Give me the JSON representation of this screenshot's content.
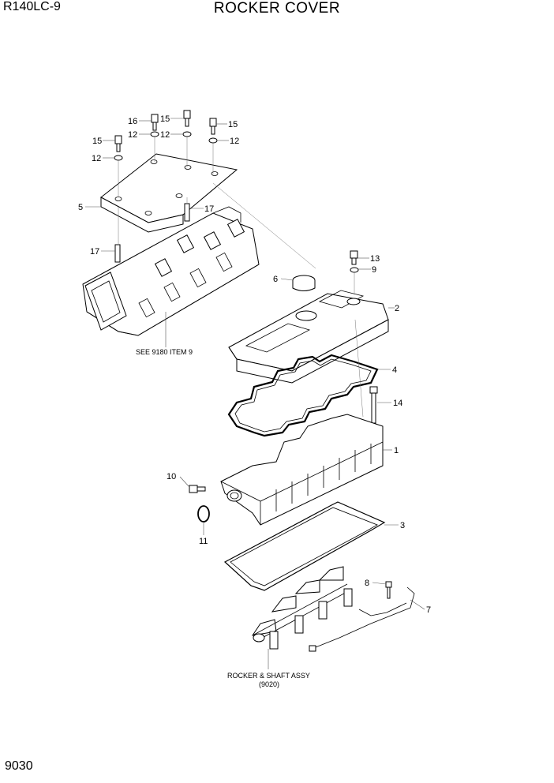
{
  "header": {
    "model": "R140LC-9",
    "title": "ROCKER COVER"
  },
  "page_number": "9030",
  "callouts": {
    "c1": "1",
    "c2": "2",
    "c3": "3",
    "c4": "4",
    "c5": "5",
    "c6": "6",
    "c7": "7",
    "c8": "8",
    "c9": "9",
    "c10": "10",
    "c11": "11",
    "c12a": "12",
    "c12b": "12",
    "c12c": "12",
    "c12d": "12",
    "c13": "13",
    "c14": "14",
    "c15a": "15",
    "c15b": "15",
    "c15c": "15",
    "c16": "16",
    "c17a": "17",
    "c17b": "17"
  },
  "notes": {
    "see_ref": "SEE 9180 ITEM 9",
    "rocker_line1": "ROCKER & SHAFT ASSY",
    "rocker_line2": "(9020)"
  }
}
